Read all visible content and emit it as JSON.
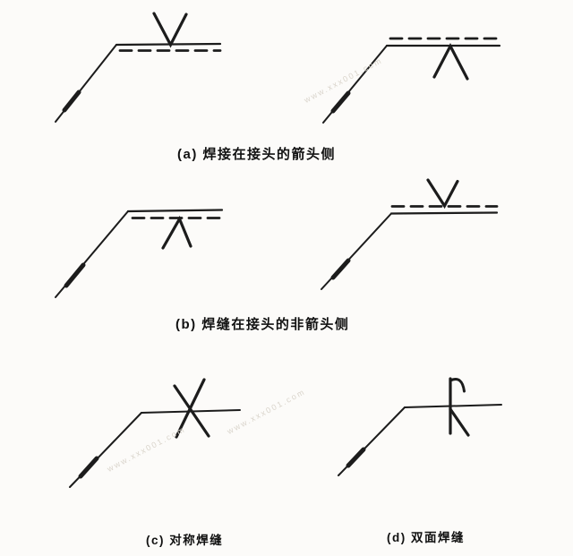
{
  "page": {
    "background": "#fcfbf9",
    "line_color": "#1c1c1c",
    "watermark_color": "#d9d4cb"
  },
  "captions": {
    "a": "(a) 焊接在接头的箭头侧",
    "b": "(b) 焊缝在接头的非箭头侧",
    "c": "(c)  对称焊缝",
    "d": "(d)  双面焊缝"
  },
  "watermark": {
    "text": "www.xxx001.com"
  },
  "diagrams": [
    {
      "id": "a-left",
      "symbol": "v-groove-symbol-on-solid-reference-line",
      "dashed_line": "below solid line"
    },
    {
      "id": "a-right",
      "symbol": "v-groove-symbol-under-solid-reference-line",
      "dashed_line": "above solid line"
    },
    {
      "id": "b-left",
      "symbol": "v-groove-symbol-under-dashed-line",
      "dashed_line": "below solid line"
    },
    {
      "id": "b-right",
      "symbol": "v-groove-symbol-on-dashed-line",
      "dashed_line": "above solid line"
    },
    {
      "id": "c",
      "symbol": "double-v-groove-x-symbol-on-reference-line",
      "dashed_line": "none"
    },
    {
      "id": "d",
      "symbol": "j-groove-above-and-bevel-below-reference-line",
      "dashed_line": "none"
    }
  ]
}
